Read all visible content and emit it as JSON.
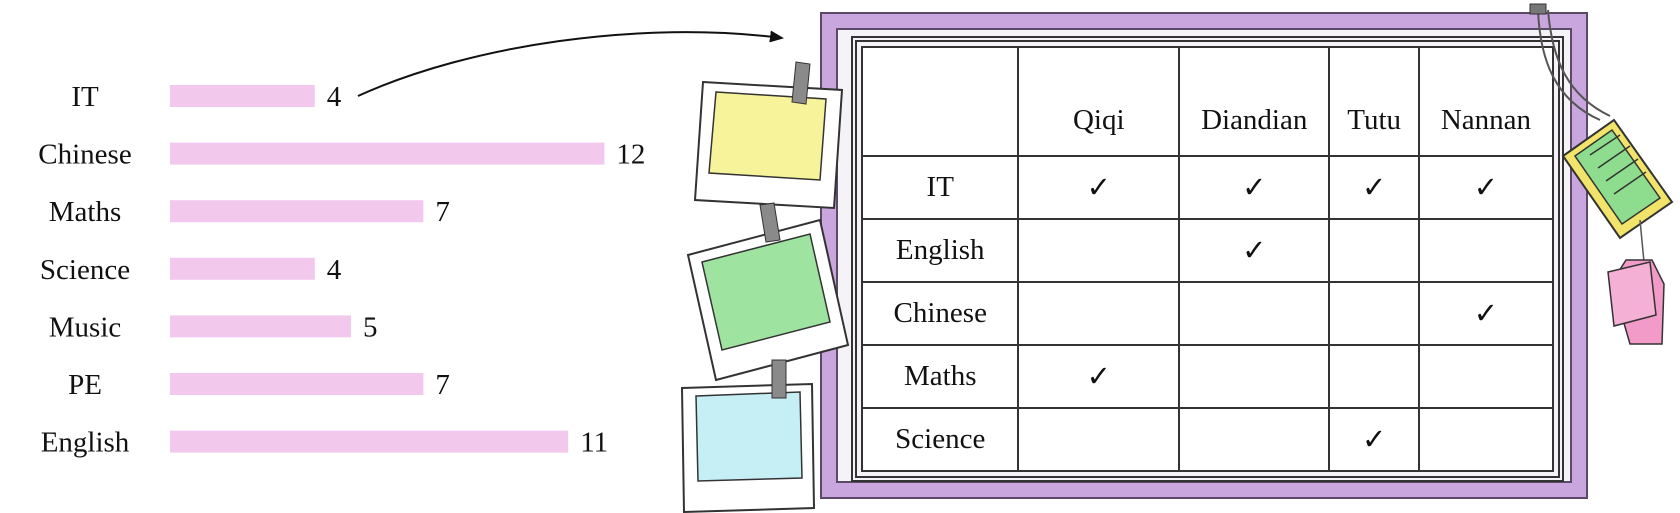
{
  "chart_data": {
    "type": "bar",
    "orientation": "horizontal",
    "categories": [
      "IT",
      "Chinese",
      "Maths",
      "Science",
      "Music",
      "PE",
      "English"
    ],
    "values": [
      4,
      12,
      7,
      4,
      5,
      7,
      11
    ],
    "value_labels": [
      "4",
      "12",
      "7",
      "4",
      "5",
      "7",
      "11"
    ],
    "colors": {
      "bar": "#f2c9ec",
      "text": "#111111",
      "board": "#c9a6de"
    }
  },
  "table": {
    "columns": [
      "",
      "Qiqi",
      "Diandian",
      "Tutu",
      "Nannan"
    ],
    "rows": [
      {
        "subject": "IT",
        "marks": [
          "✓",
          "✓",
          "✓",
          "✓"
        ]
      },
      {
        "subject": "English",
        "marks": [
          "",
          "✓",
          "",
          ""
        ]
      },
      {
        "subject": "Chinese",
        "marks": [
          "",
          "",
          "",
          "✓"
        ]
      },
      {
        "subject": "Maths",
        "marks": [
          "✓",
          "",
          "",
          ""
        ]
      },
      {
        "subject": "Science",
        "marks": [
          "",
          "",
          "✓",
          ""
        ]
      }
    ]
  }
}
